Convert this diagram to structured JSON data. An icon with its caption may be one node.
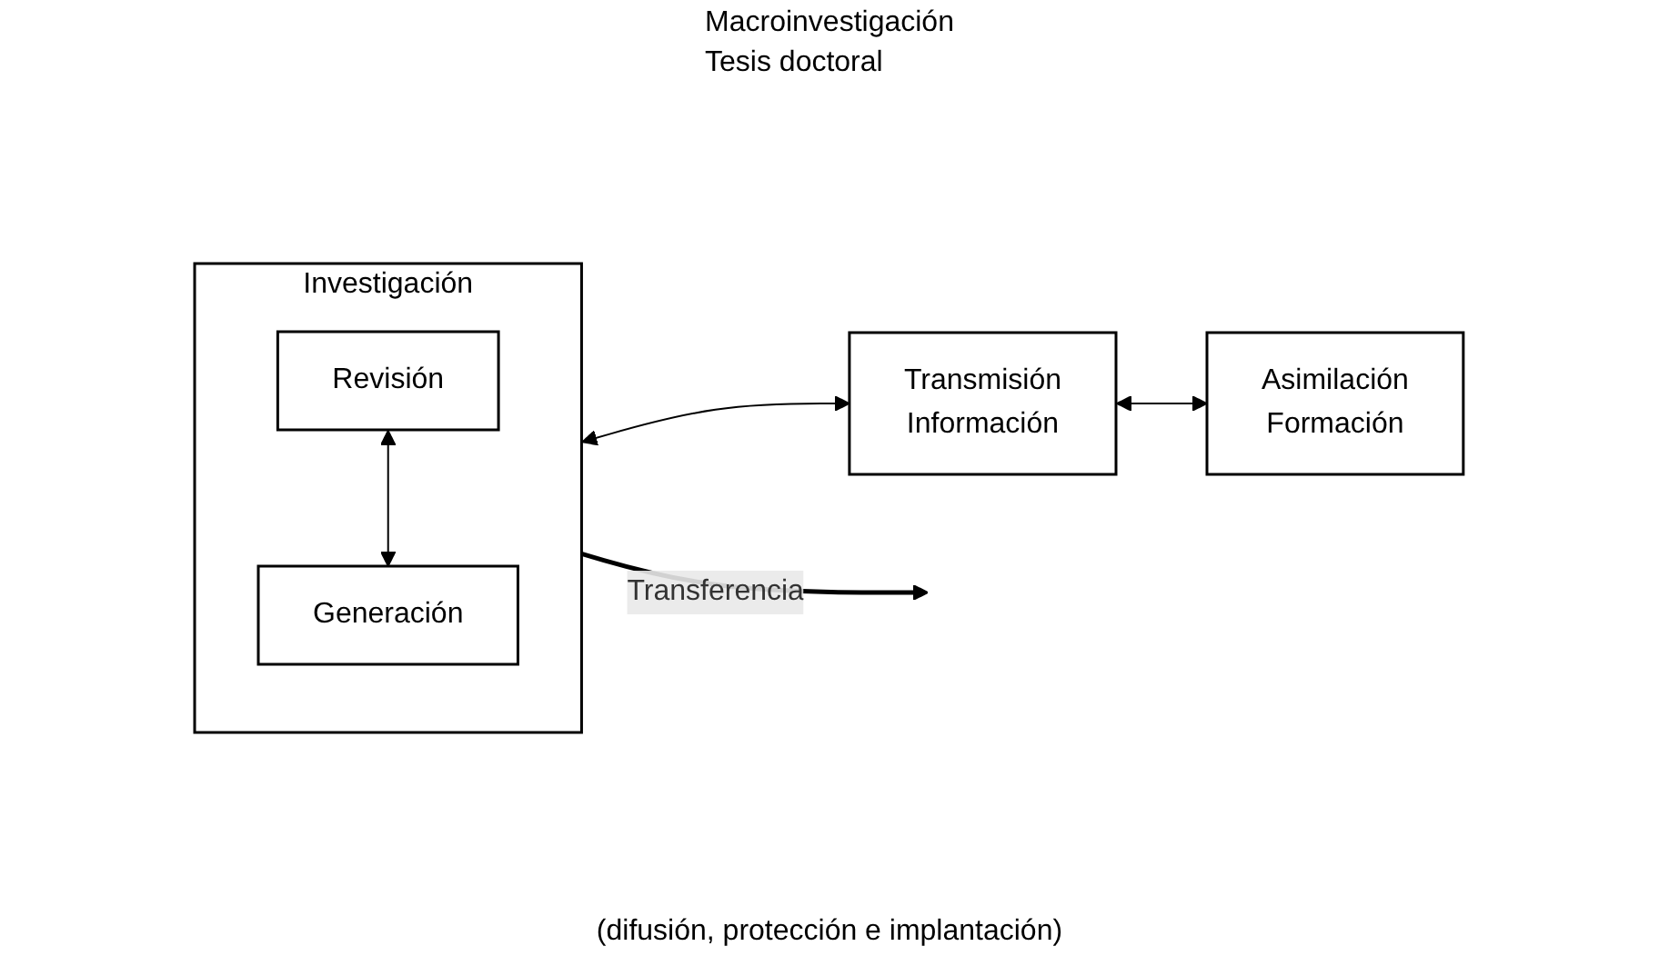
{
  "diagram": {
    "nodes": [
      {
        "text": [
          "Investigación"
        ]
      },
      {
        "text": [
          "Revisión"
        ],
        "in": 0
      },
      {
        "text": [
          "Generación"
        ],
        "in": 0
      },
      {
        "text": [
          "Transmisión",
          "Información"
        ]
      },
      {
        "text": [
          "Asimilación",
          "Formación"
        ]
      }
    ],
    "edges": [
      {
        "from": 1,
        "to": 2,
        "arrow": "both"
      },
      {
        "from": 0,
        "to": 3,
        "arrow": "both"
      },
      {
        "from": 3,
        "to": 4,
        "arrow": "both"
      },
      {
        "from": 0,
        "to": null,
        "arrow": "to",
        "label": "Transferencia",
        "style": "thick"
      }
    ],
    "labels": [
      "Macroinvestigación",
      "Tesis doctoral",
      "(difusión, protección e implantación)"
    ]
  }
}
